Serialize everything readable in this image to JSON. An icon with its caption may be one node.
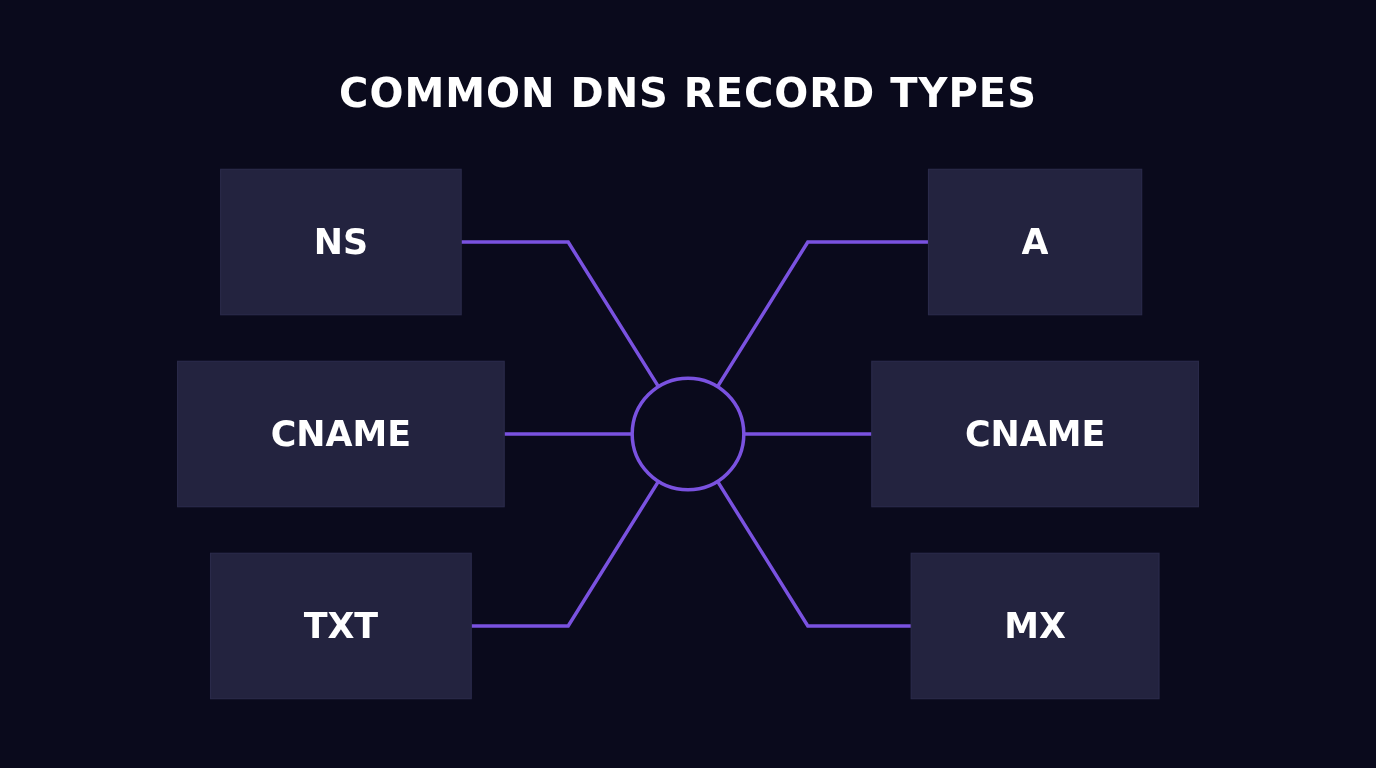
{
  "diagram": {
    "title": "COMMON DNS RECORD TYPES",
    "nodes": [
      {
        "text": [
          "NS"
        ]
      },
      {
        "text": [
          "A"
        ]
      },
      {
        "text": [
          "CNAME"
        ]
      },
      {
        "text": [
          "CNAME"
        ]
      },
      {
        "text": [
          "TXT"
        ]
      },
      {
        "text": [
          "MX"
        ]
      },
      {
        "text": [],
        "shape": "circle"
      }
    ],
    "edges": [
      {
        "from": 0,
        "to": 6,
        "arrow": "none"
      },
      {
        "from": 6,
        "to": 1,
        "arrow": "none"
      },
      {
        "from": 2,
        "to": 6,
        "arrow": "none"
      },
      {
        "from": 6,
        "to": 3,
        "arrow": "none"
      },
      {
        "from": 4,
        "to": 6,
        "arrow": "none"
      },
      {
        "from": 6,
        "to": 5,
        "arrow": "none"
      }
    ]
  }
}
